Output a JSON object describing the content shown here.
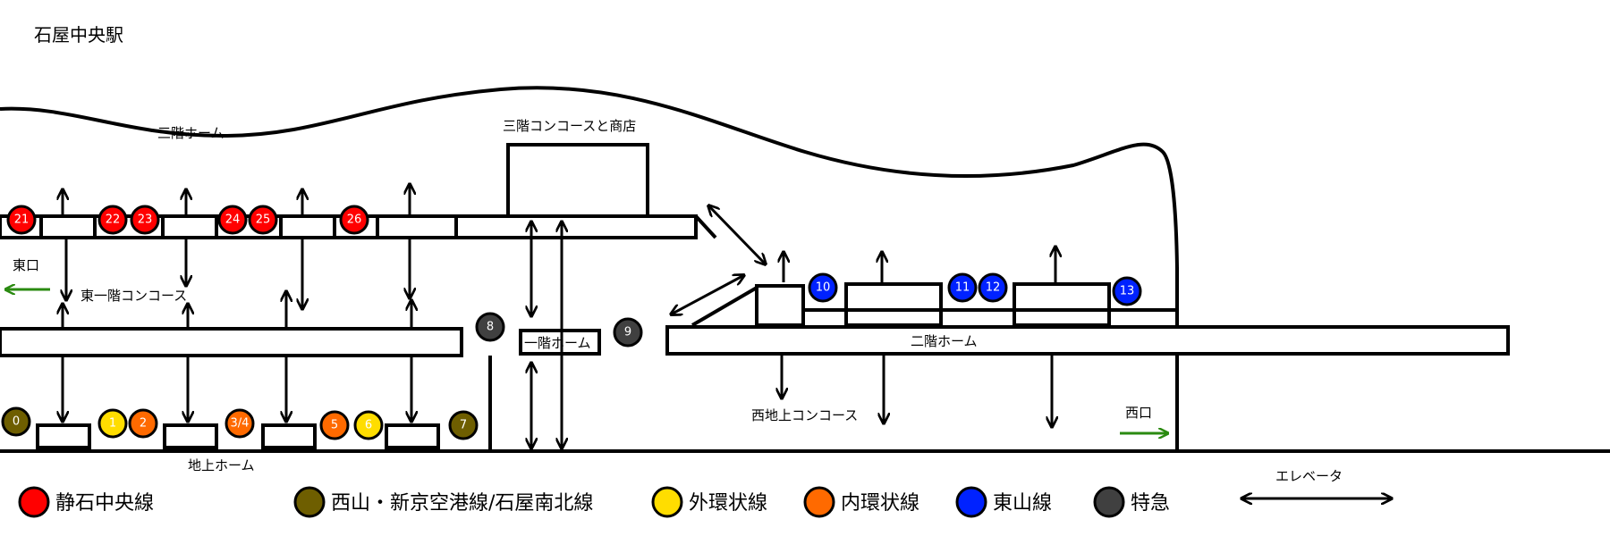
{
  "title": "石屋中央駅",
  "areas": {
    "third_platform": "三階ホーム",
    "third_concourse": "三階コンコースと商店",
    "east_concourse": "東一階コンコース",
    "first_platform": "一階ホーム",
    "second_platform": "二階ホーム",
    "west_concourse": "西地上コンコース",
    "ground_platform": "地上ホーム",
    "east_exit": "東口",
    "west_exit": "西口"
  },
  "colors": {
    "shizuishi": "#ff0000",
    "nishiyama": "#6e5e00",
    "outer": "#ffdd00",
    "inner": "#ff6a00",
    "higashiyama": "#0022ff",
    "express": "#404040",
    "exit": "#2a8a10"
  },
  "platforms": [
    {
      "label": "21",
      "line": "shizuishi"
    },
    {
      "label": "22",
      "line": "shizuishi"
    },
    {
      "label": "23",
      "line": "shizuishi"
    },
    {
      "label": "24",
      "line": "shizuishi"
    },
    {
      "label": "25",
      "line": "shizuishi"
    },
    {
      "label": "26",
      "line": "shizuishi"
    },
    {
      "label": "8",
      "line": "express"
    },
    {
      "label": "9",
      "line": "express"
    },
    {
      "label": "10",
      "line": "higashiyama"
    },
    {
      "label": "11",
      "line": "higashiyama"
    },
    {
      "label": "12",
      "line": "higashiyama"
    },
    {
      "label": "13",
      "line": "higashiyama"
    },
    {
      "label": "0",
      "line": "nishiyama"
    },
    {
      "label": "1",
      "line": "outer"
    },
    {
      "label": "2",
      "line": "inner"
    },
    {
      "label": "3/4",
      "line": "inner"
    },
    {
      "label": "5",
      "line": "inner"
    },
    {
      "label": "6",
      "line": "outer"
    },
    {
      "label": "7",
      "line": "nishiyama"
    }
  ],
  "legend": [
    {
      "line": "shizuishi",
      "label": "静石中央線"
    },
    {
      "line": "nishiyama",
      "label": "西山・新京空港線/石屋南北線"
    },
    {
      "line": "outer",
      "label": "外環状線"
    },
    {
      "line": "inner",
      "label": "内環状線"
    },
    {
      "line": "higashiyama",
      "label": "東山線"
    },
    {
      "line": "express",
      "label": "特急"
    }
  ],
  "elevator_label": "エレベータ"
}
